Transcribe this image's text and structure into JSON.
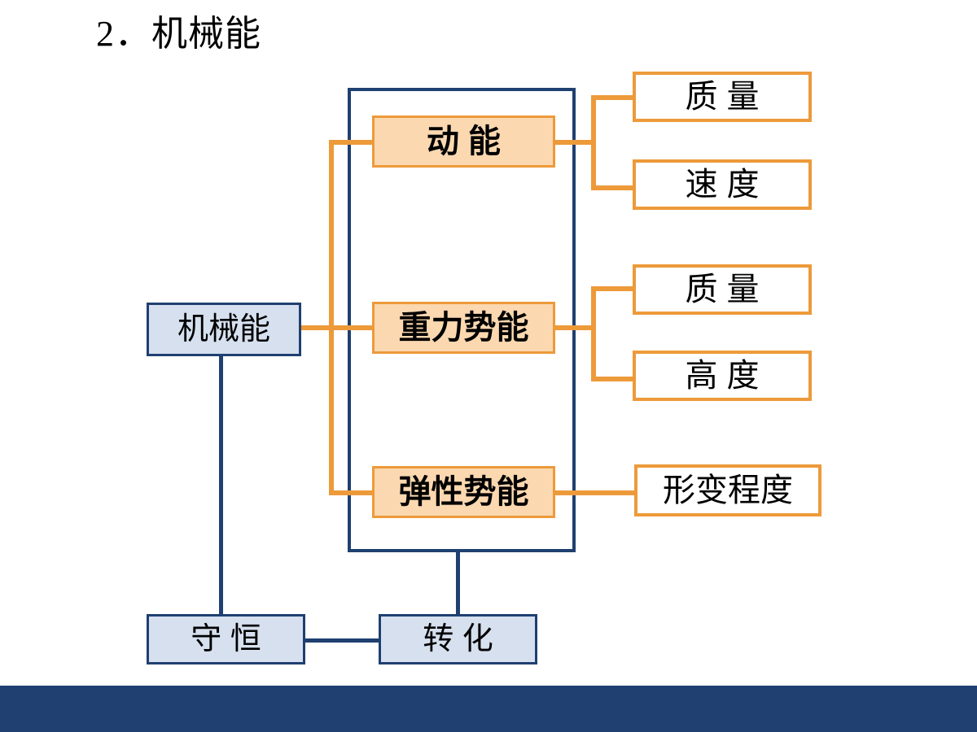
{
  "slide": {
    "title": "2．机械能",
    "background_color": "#FFFFFF",
    "band_color": "#1F4071",
    "accent_orange": "#ED9A3A",
    "accent_orange_fill": "#FBD8B0",
    "accent_navy": "#1F4071",
    "accent_blue_fill": "#D6E0EF"
  },
  "nodes": {
    "root": {
      "label": "机械能"
    },
    "branch_kinetic": {
      "label": "动 能"
    },
    "branch_gravity": {
      "label": "重力势能"
    },
    "branch_elastic": {
      "label": "弹性势能"
    },
    "kinetic_factor_1": {
      "label": "质 量"
    },
    "kinetic_factor_2": {
      "label": "速 度"
    },
    "gravity_factor_1": {
      "label": "质 量"
    },
    "gravity_factor_2": {
      "label": "高 度"
    },
    "elastic_factor_1": {
      "label": "形变程度"
    },
    "conservation": {
      "label": "守 恒"
    },
    "conversion": {
      "label": "转 化"
    }
  }
}
